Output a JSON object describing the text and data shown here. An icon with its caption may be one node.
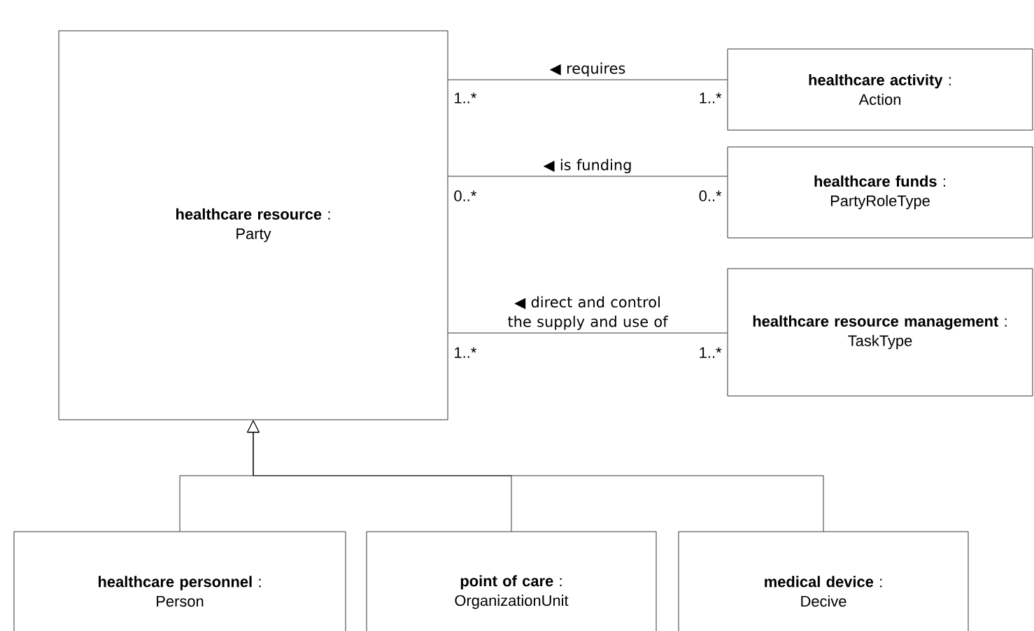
{
  "diagram": {
    "nodes": [
      {
        "text": [
          "**healthcare resource** :",
          "Party"
        ]
      },
      {
        "text": [
          "**healthcare activity** :",
          "Action"
        ]
      },
      {
        "text": [
          "**healthcare funds** :",
          "PartyRoleType"
        ]
      },
      {
        "text": [
          "**healthcare resource management** :",
          "TaskType"
        ]
      },
      {
        "text": [
          "**healthcare personnel** :",
          "Person"
        ]
      },
      {
        "text": [
          "**point of care** :",
          "OrganizationUnit"
        ]
      },
      {
        "text": [
          "**medical device** :",
          "Decive"
        ]
      }
    ],
    "edges": [
      {
        "from": 0,
        "to": 1,
        "arrow": "none",
        "label": "◀ requires"
      },
      {
        "from": 0,
        "to": 2,
        "arrow": "none",
        "label": "◀ is funding"
      },
      {
        "from": 0,
        "to": 3,
        "arrow": "none",
        "label": "◀ direct and control the supply and use of"
      },
      {
        "from": 4,
        "to": 0,
        "arrow": "to"
      },
      {
        "from": 5,
        "to": 0,
        "arrow": "to"
      },
      {
        "from": 6,
        "to": 0,
        "arrow": "to"
      }
    ],
    "labels": [
      "1..*",
      "1..*",
      "0..*",
      "0..*",
      "1..*",
      "1..*"
    ]
  }
}
